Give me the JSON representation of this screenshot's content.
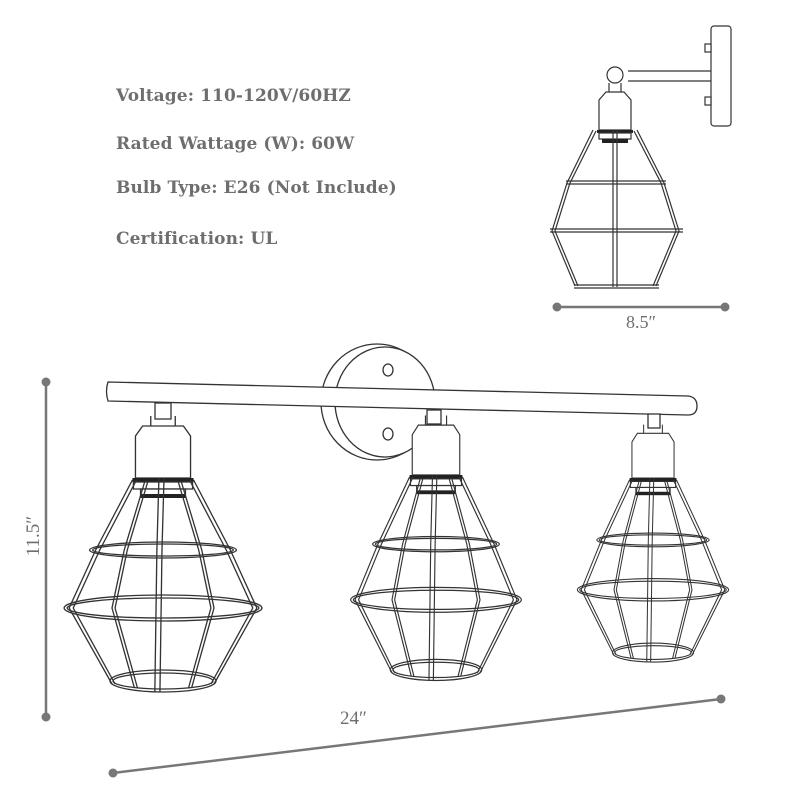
{
  "specs": {
    "voltage": "Voltage: 110-120V/60HZ",
    "wattage": "Rated Wattage (W): 60W",
    "bulb_type": "Bulb Type: E26 (Not Include)",
    "certification": "Certification: UL"
  },
  "dimensions": {
    "side_depth": "8.5″",
    "height": "11.5″",
    "width": "24″"
  },
  "colors": {
    "text": "#6e6e6e",
    "dimension_line": "#777777",
    "drawing_line": "#333333",
    "socket_dark": "#222222"
  },
  "drawings": {
    "side_view": "single sconce side view with cage shade",
    "front_view": "three-light vanity fixture with cage shades"
  }
}
